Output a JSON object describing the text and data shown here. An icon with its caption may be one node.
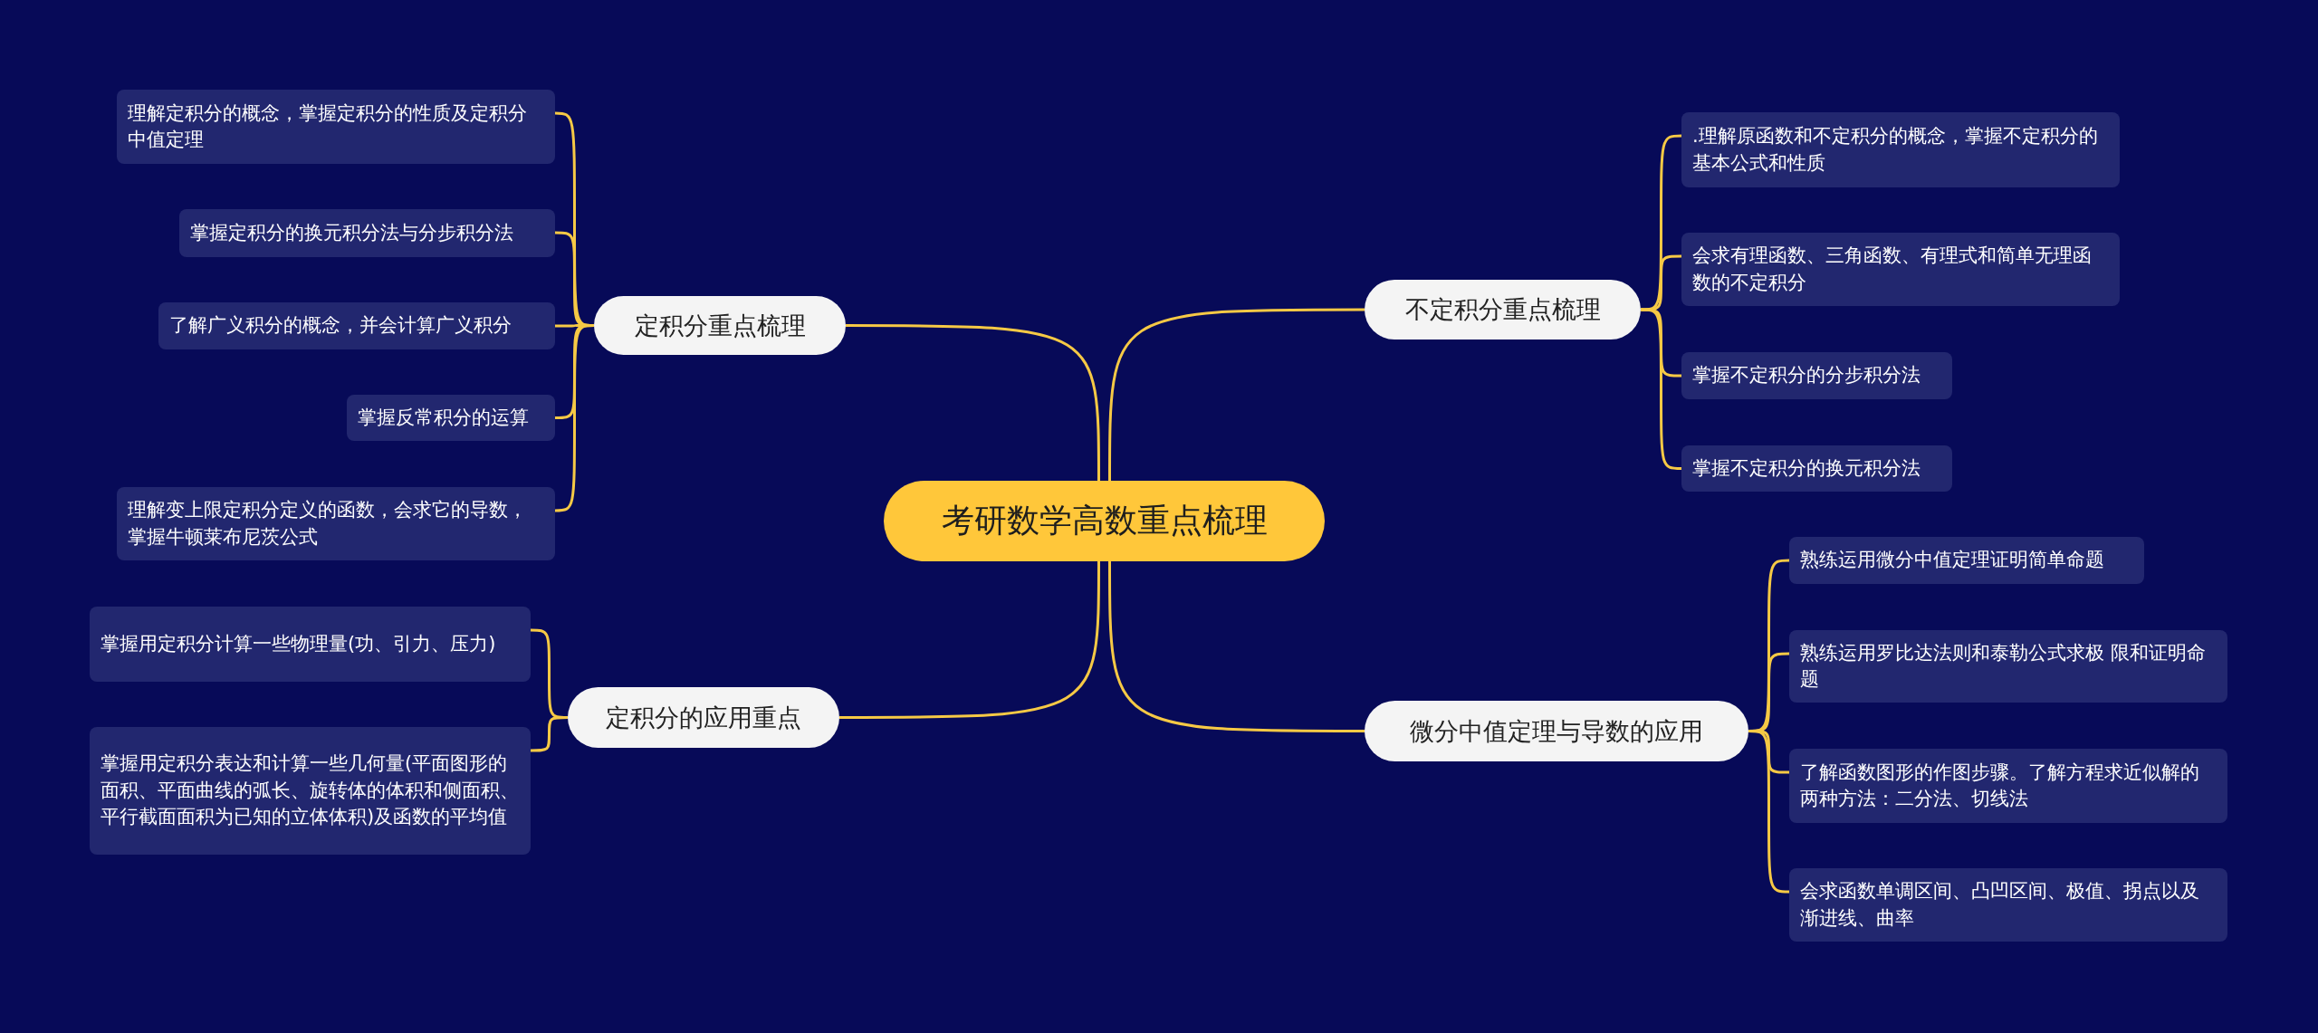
{
  "diagram": {
    "nodes": [
      {
        "text": [
          "考研数学高数重点梳理"
        ]
      },
      {
        "text": [
          "定积分重点梳理"
        ]
      },
      {
        "text": [
          "理解定积分的概念，掌握定积分的性质及定积分中值定理"
        ]
      },
      {
        "text": [
          "掌握定积分的换元积分法与分步积分法"
        ]
      },
      {
        "text": [
          "了解广义积分的概念，并会计算广义积分"
        ]
      },
      {
        "text": [
          "掌握反常积分的运算"
        ]
      },
      {
        "text": [
          "理解变上限定积分定义的函数，会求它的导数，掌握牛顿莱布尼茨公式"
        ]
      },
      {
        "text": [
          "定积分的应用重点"
        ]
      },
      {
        "text": [
          "掌握用定积分计算一些物理量(功、引力、压力)"
        ]
      },
      {
        "text": [
          "掌握用定积分表达和计算一些几何量(平面图形的面积、平面曲线的弧长、旋转体的体积和侧面积、平行截面面积为已知的立体体积)及函数的平均值"
        ]
      },
      {
        "text": [
          "不定积分重点梳理"
        ]
      },
      {
        "text": [
          ".理解原函数和不定积分的概念，掌握不定积分的基本公式和性质"
        ]
      },
      {
        "text": [
          "会求有理函数、三角函数、有理式和简单无理函数的不定积分"
        ]
      },
      {
        "text": [
          "掌握不定积分的分步积分法"
        ]
      },
      {
        "text": [
          "掌握不定积分的换元积分法"
        ]
      },
      {
        "text": [
          "微分中值定理与导数的应用"
        ]
      },
      {
        "text": [
          "熟练运用微分中值定理证明简单命题"
        ]
      },
      {
        "text": [
          "熟练运用罗比达法则和泰勒公式求极 限和证明命题"
        ]
      },
      {
        "text": [
          "了解函数图形的作图步骤。了解方程求近似解的两种方法：二分法、切线法"
        ]
      },
      {
        "text": [
          "会求函数单调区间、凸凹区间、极值、拐点以及渐进线、曲率"
        ]
      }
    ],
    "edges": [
      {
        "from": 0,
        "to": 1,
        "arrow": "none"
      },
      {
        "from": 1,
        "to": 2,
        "arrow": "none"
      },
      {
        "from": 1,
        "to": 3,
        "arrow": "none"
      },
      {
        "from": 1,
        "to": 4,
        "arrow": "none"
      },
      {
        "from": 1,
        "to": 5,
        "arrow": "none"
      },
      {
        "from": 1,
        "to": 6,
        "arrow": "none"
      },
      {
        "from": 0,
        "to": 7,
        "arrow": "none"
      },
      {
        "from": 7,
        "to": 8,
        "arrow": "none"
      },
      {
        "from": 7,
        "to": 9,
        "arrow": "none"
      },
      {
        "from": 0,
        "to": 10,
        "arrow": "none"
      },
      {
        "from": 10,
        "to": 11,
        "arrow": "none"
      },
      {
        "from": 10,
        "to": 12,
        "arrow": "none"
      },
      {
        "from": 10,
        "to": 13,
        "arrow": "none"
      },
      {
        "from": 10,
        "to": 14,
        "arrow": "none"
      },
      {
        "from": 0,
        "to": 15,
        "arrow": "none"
      },
      {
        "from": 15,
        "to": 16,
        "arrow": "none"
      },
      {
        "from": 15,
        "to": 17,
        "arrow": "none"
      },
      {
        "from": 15,
        "to": 18,
        "arrow": "none"
      },
      {
        "from": 15,
        "to": 19,
        "arrow": "none"
      }
    ]
  }
}
